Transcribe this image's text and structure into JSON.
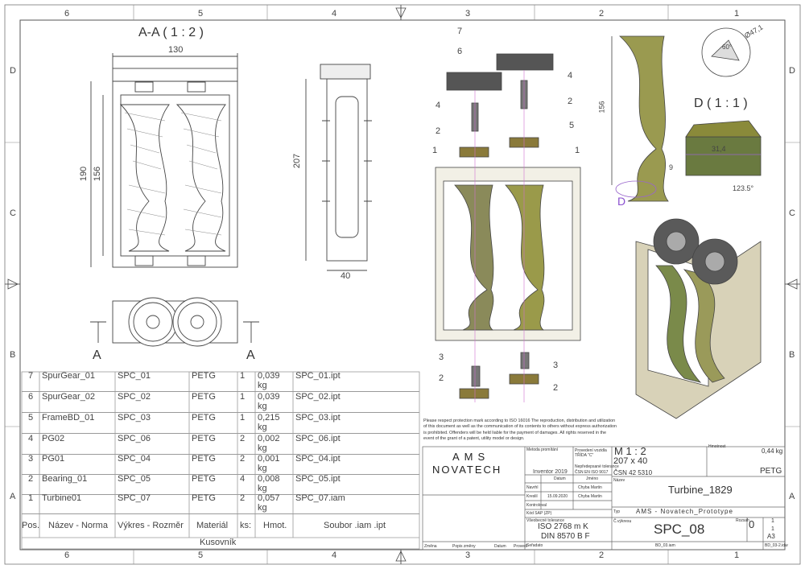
{
  "frame": {
    "columns": [
      "6",
      "5",
      "4",
      "3",
      "2",
      "1"
    ],
    "rows": [
      "D",
      "C",
      "B",
      "A"
    ]
  },
  "section": {
    "title": "A-A ( 1 : 2 )",
    "dim_width": "130",
    "dim_height_outer": "190",
    "dim_height_inner": "156",
    "cut_label": "A"
  },
  "side_view": {
    "dim_height": "207",
    "dim_width": "40"
  },
  "exploded": {
    "balloons": [
      "7",
      "6",
      "4",
      "2",
      "5",
      "1",
      "1",
      "2",
      "4",
      "3",
      "3",
      "2",
      "2"
    ]
  },
  "detail": {
    "title": "D ( 1 : 1 )",
    "letter": "D",
    "dim_156": "156",
    "dim_diameter": "Ø47,1",
    "dim_angle1": "60°",
    "dim_31": "31,4",
    "dim_9": "9",
    "dim_angle2": "123.5°"
  },
  "bom": {
    "rows": [
      {
        "pos": "7",
        "name": "SpurGear_01",
        "code": "SPC_01",
        "material": "PETG",
        "qty": "1",
        "mass": "0,039 kg",
        "file": "SPC_01.ipt"
      },
      {
        "pos": "6",
        "name": "SpurGear_02",
        "code": "SPC_02",
        "material": "PETG",
        "qty": "1",
        "mass": "0,039 kg",
        "file": "SPC_02.ipt"
      },
      {
        "pos": "5",
        "name": "FrameBD_01",
        "code": "SPC_03",
        "material": "PETG",
        "qty": "1",
        "mass": "0,215 kg",
        "file": "SPC_03.ipt"
      },
      {
        "pos": "4",
        "name": "PG02",
        "code": "SPC_06",
        "material": "PETG",
        "qty": "2",
        "mass": "0,002 kg",
        "file": "SPC_06.ipt"
      },
      {
        "pos": "3",
        "name": "PG01",
        "code": "SPC_04",
        "material": "PETG",
        "qty": "2",
        "mass": "0,001 kg",
        "file": "SPC_04.ipt"
      },
      {
        "pos": "2",
        "name": "Bearing_01",
        "code": "SPC_05",
        "material": "PETG",
        "qty": "4",
        "mass": "0,008 kg",
        "file": "SPC_05.ipt"
      },
      {
        "pos": "1",
        "name": "Turbine01",
        "code": "SPC_07",
        "material": "PETG",
        "qty": "2",
        "mass": "0,057 kg",
        "file": "SPC_07.iam"
      }
    ],
    "headers": {
      "pos": "Pos.",
      "name": "Název - Norma",
      "code": "Výkres - Rozměr",
      "material": "Materiál",
      "qty": "ks:",
      "mass": "Hmot.",
      "file": "Soubor .iam .ipt"
    },
    "footer": "Kusovník"
  },
  "title_block": {
    "notice": "Please respect protection mark according to ISO 16016 The reproduction, distribution and utilization of this document as well as the communication of its contents to others without express authorization is prohibited. Offenders will be held liable for the payment of damages. All rights reserved in the event of the grant of a patent, utility model or design.",
    "company_line1": "AMS",
    "company_line2": "NOVATECH",
    "projection_label": "Metoda promítání",
    "software": "Inventor 2019",
    "tolerance_label": "Nepředepsané tolerance",
    "tolerance_std": "ČSN EN ISO 9017",
    "quality_label": "Provedení vozidla TŘÍDA \"C\"",
    "date_header": "Datum",
    "name_header": "Jméno",
    "drawn_label": "Navrhl",
    "drawn_name": "Chyba Martin",
    "checked_label": "Kreslil",
    "checked_date": "15.09.2020",
    "checked_name": "Chyba Martin",
    "approved_label": "Kontroloval",
    "sap_label": "Kód SAP (ZP)",
    "general_tol_label": "Všeobecné tolerance",
    "iso": "ISO 2768 m K",
    "din": "DIN 8570 B F",
    "scale": "M 1 : 2",
    "dims": "207 x 40",
    "csn": "ČSN 42 5310",
    "name_label": "Název",
    "part_name": "Turbine_1829",
    "mass_label": "Hmotnost",
    "mass": "0,44 kg",
    "material": "PETG",
    "type_label": "Typ",
    "project": "AMS - Novatech_Prototype",
    "drawing_no_label": "Č.výkresu",
    "drawing_no": "SPC_08",
    "sheet_label": "Rozsah",
    "sheet": "0",
    "list": "1",
    "list_total": "1",
    "format": "A3",
    "file": "BD_03.iam",
    "idw": "BD_03-2.idw",
    "change_label": "Změna",
    "change_desc": "Popis změny",
    "change_date": "Datum",
    "change_by": "Provedl",
    "stamp_label": "Seřadato"
  }
}
